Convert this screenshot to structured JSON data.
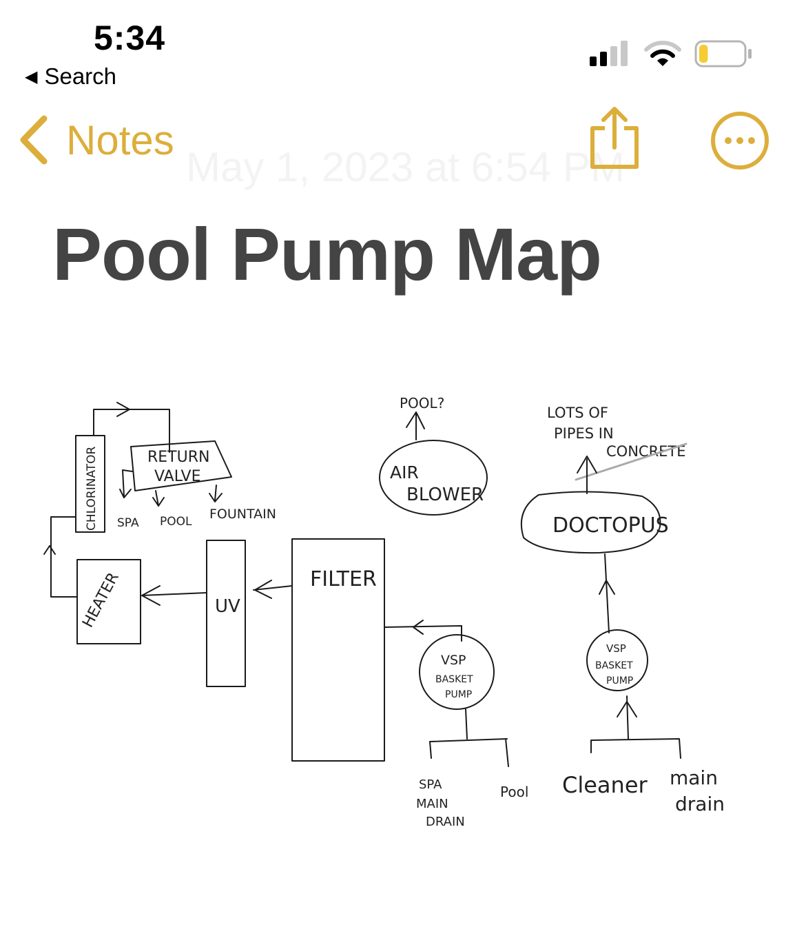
{
  "status_bar": {
    "time": "5:34",
    "back_app": "Search",
    "back_icon": "left-triangle-icon",
    "signal_icon": "cellular-signal-icon",
    "wifi_icon": "wifi-icon",
    "battery_icon": "battery-icon",
    "battery_color": "#f5cc32",
    "battery_level": 0.2
  },
  "nav": {
    "back_label": "Notes",
    "share_icon": "share-icon",
    "more_icon": "more-icon",
    "accent_color": "#dcae3b"
  },
  "note": {
    "date_ghost": "May 1, 2023 at 6:54 PM",
    "title": "Pool Pump Map"
  },
  "sketch": {
    "chlorinator": "CHLORINATOR",
    "return_valve_1": "RETURN",
    "return_valve_2": "VALVE",
    "spa": "SPA",
    "pool": "POOL",
    "fountain": "FOUNTAIN",
    "heater": "HEATER",
    "uv": "UV",
    "filter": "FILTER",
    "pool_q": "POOL?",
    "air_1": "AIR",
    "air_2": "BLOWER",
    "lots_1": "LOTS OF",
    "lots_2": "PIPES IN",
    "lots_3": "CONCRETE",
    "doctopus": "DOCTOPUS",
    "vsp1_1": "VSP",
    "vsp1_2": "BASKET",
    "vsp1_3": "PUMP",
    "vsp2_1": "VSP",
    "vsp2_2": "BASKET",
    "vsp2_3": "PUMP",
    "spa_drain_1": "SPA",
    "spa_drain_2": "MAIN",
    "spa_drain_3": "DRAIN",
    "pool_inlet": "Pool",
    "cleaner": "Cleaner",
    "main_drain_1": "main",
    "main_drain_2": "drain"
  }
}
